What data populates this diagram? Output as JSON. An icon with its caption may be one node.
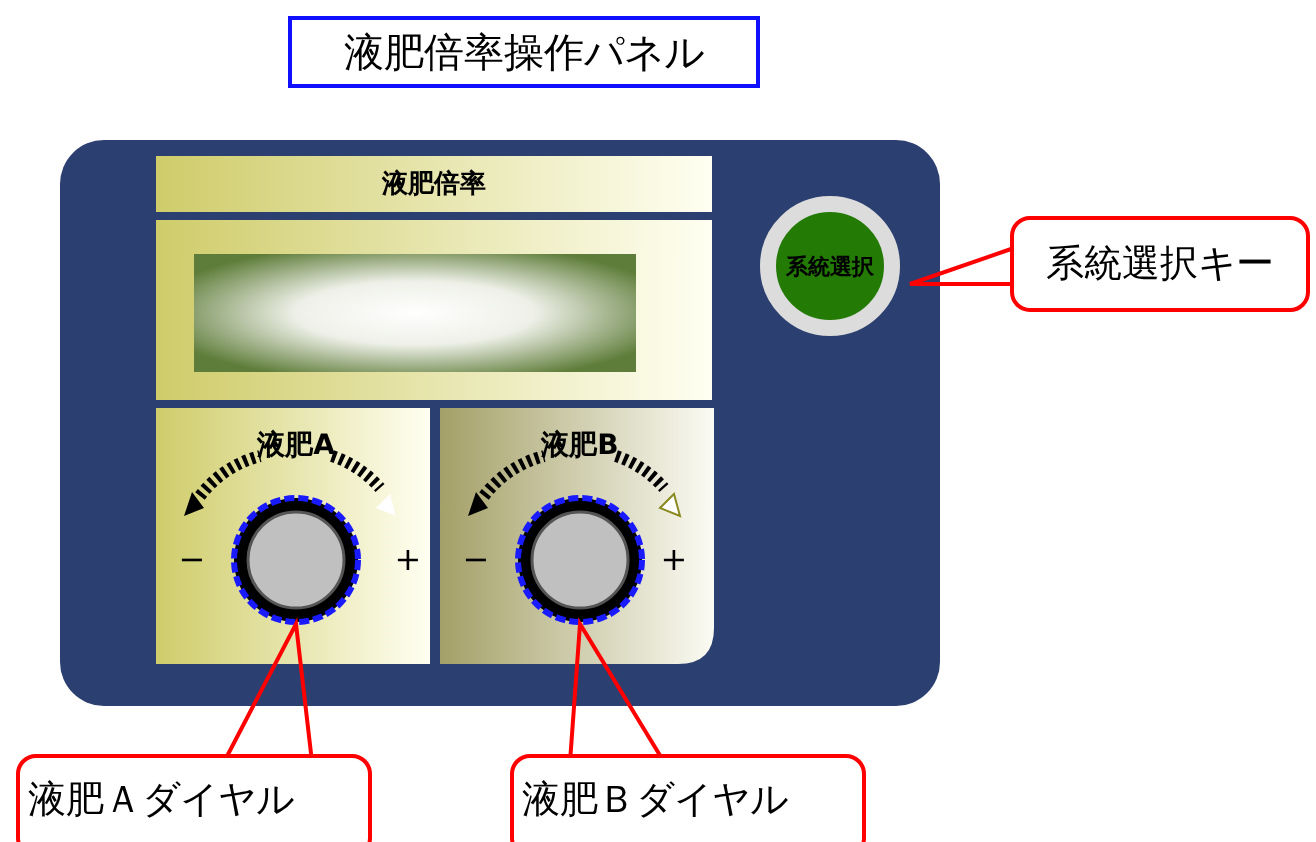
{
  "diagram": {
    "title": "液肥倍率操作パネル",
    "nodes": [
      {
        "text": [
          "液肥倍率"
        ]
      },
      {
        "text": [
          "系統選択"
        ]
      },
      {
        "text": [
          "系統選択キー"
        ]
      },
      {
        "text": [],
        "shape": "circle"
      },
      {
        "text": [],
        "shape": "circle"
      },
      {
        "text": [
          "液肥Ａダイヤル"
        ]
      },
      {
        "text": [
          "液肥Ｂダイヤル"
        ]
      }
    ],
    "edges": [
      {
        "from": 2,
        "to": 1,
        "arrow": "none",
        "color": "#ff0000"
      },
      {
        "from": 5,
        "to": 3,
        "arrow": "none",
        "color": "#ff0000"
      },
      {
        "from": 6,
        "to": 4,
        "arrow": "none",
        "color": "#ff0000"
      }
    ],
    "labels": [
      "液肥A",
      "−",
      "+",
      "液肥B",
      "−",
      "+"
    ]
  }
}
